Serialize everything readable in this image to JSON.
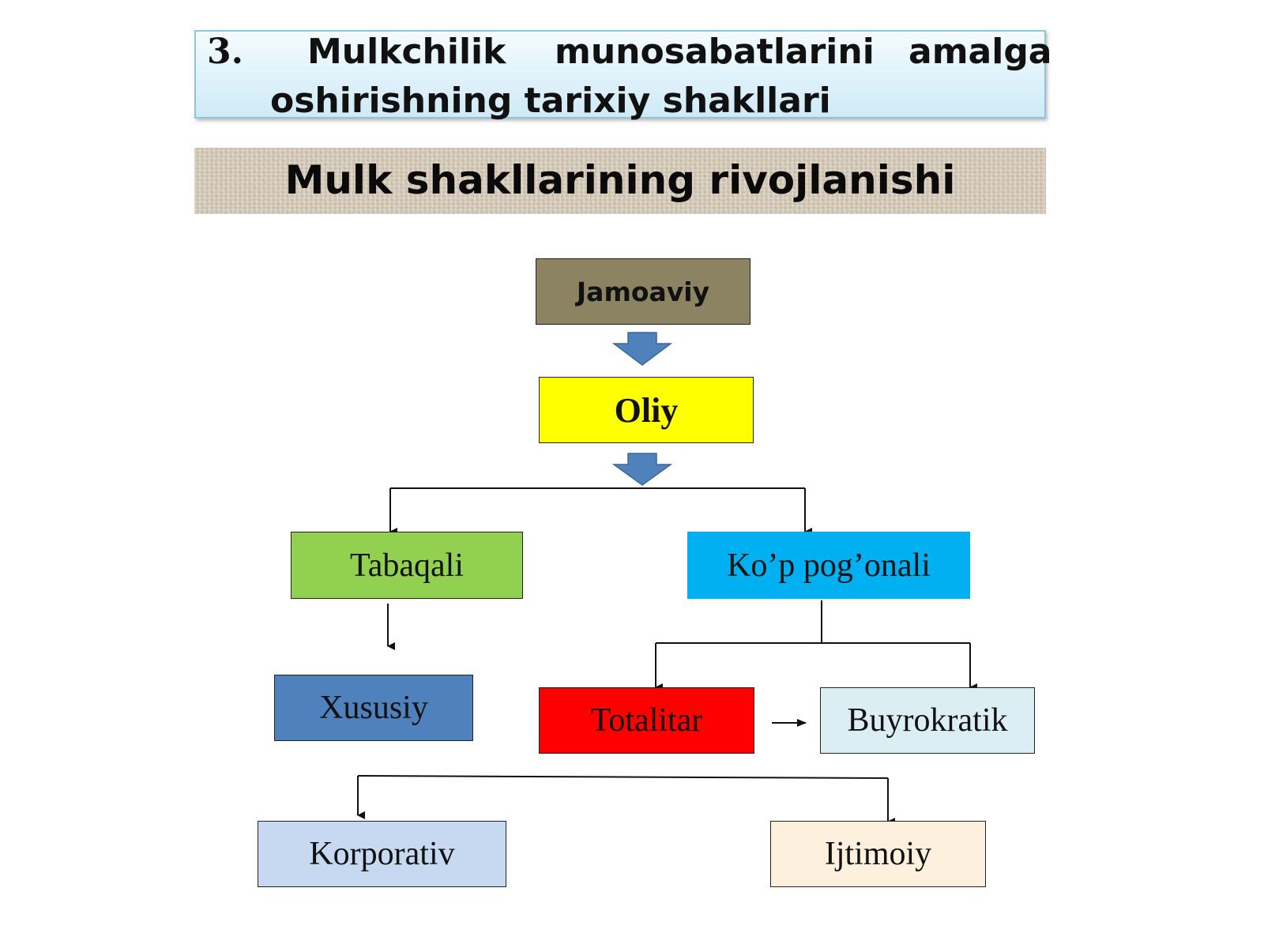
{
  "header": {
    "title_number": "3.",
    "title_line1_words": [
      "Mulkchilik",
      "munosabatlarini",
      "amalga"
    ],
    "title_line2": "oshirishning tarixiy shakllari",
    "subtitle": "Mulk shakllarining rivojlanishi"
  },
  "diagram": {
    "nodes": {
      "jamoaviy": "Jamoaviy",
      "oliy": "Oliy",
      "tabaqali": "Tabaqali",
      "kop_pogonali": "Ko’p pog’onali",
      "xususiy": "Xususiy",
      "totalitar": "Totalitar",
      "buyrokratik": "Buyrokratik",
      "korporativ": "Korporativ",
      "ijtimoiy": "Ijtimoiy"
    },
    "colors": {
      "jamoaviy": "#8b8361",
      "oliy": "#ffff00",
      "tabaqali": "#92d050",
      "kop_pogonali": "#00b0f0",
      "xususiy": "#4f81bd",
      "totalitar": "#ff0000",
      "buyrokratik": "#dbeef4",
      "korporativ": "#c6d9f1",
      "ijtimoiy": "#fdf0dc",
      "block_arrow": "#4f81bd"
    }
  }
}
